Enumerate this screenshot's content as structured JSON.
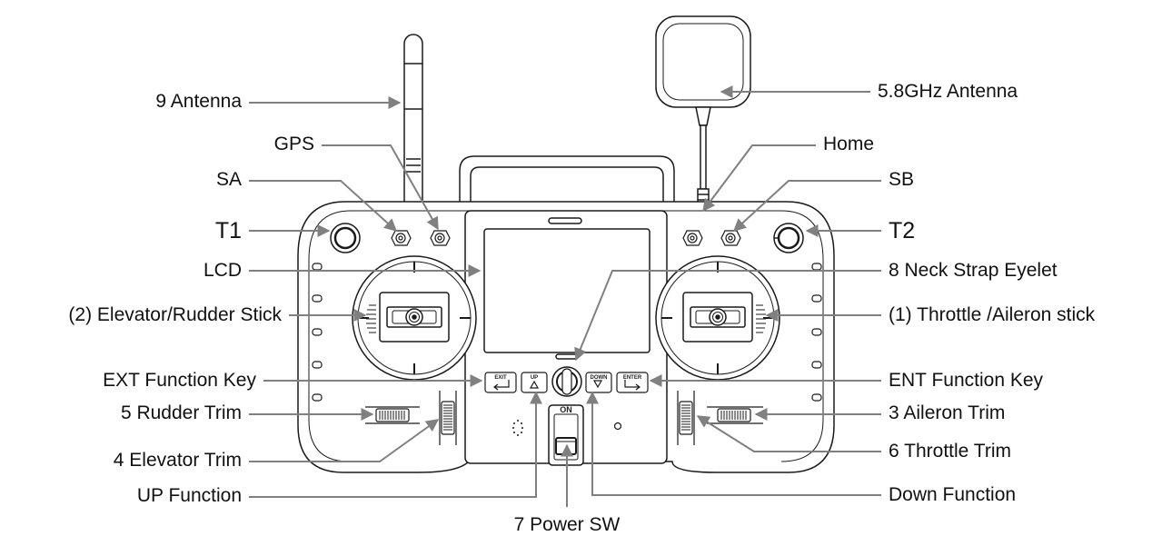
{
  "device": {
    "key_labels": {
      "ext": "EXIT",
      "up": "UP",
      "down": "DOWN",
      "enter": "ENTER",
      "power_on": "ON"
    }
  },
  "callouts": {
    "antenna_9": "9 Antenna",
    "gps": "GPS",
    "sa": "SA",
    "t1": "T1",
    "lcd": "LCD",
    "elevator_rudder_stick": "(2) Elevator/Rudder Stick",
    "ext_function_key": "EXT Function Key",
    "rudder_trim": "5 Rudder Trim",
    "elevator_trim": "4 Elevator Trim",
    "up_function": "UP Function",
    "power_sw": "7 Power SW",
    "antenna_58": "5.8GHz Antenna",
    "home": "Home",
    "sb": "SB",
    "t2": "T2",
    "neck_strap_eyelet": "8 Neck Strap Eyelet",
    "throttle_aileron_stick": "(1) Throttle /Aileron stick",
    "ent_function_key": "ENT Function Key",
    "aileron_trim": "3 Aileron Trim",
    "throttle_trim": "6 Throttle Trim",
    "down_function": "Down Function"
  },
  "colors": {
    "line": "#1a1a1a",
    "leader": "#808080",
    "label": "#111111",
    "fill": "#ffffff"
  }
}
